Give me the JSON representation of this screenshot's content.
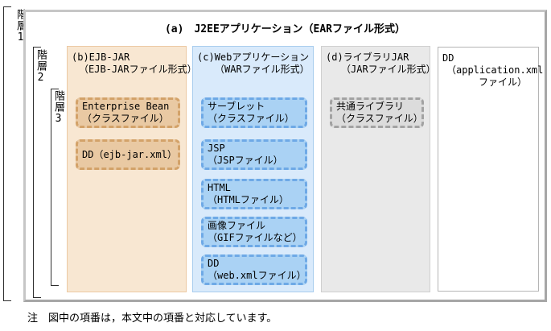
{
  "hierarchy": {
    "levels": [
      {
        "label": "階層1"
      },
      {
        "label": "階層2"
      },
      {
        "label": "階層3"
      }
    ]
  },
  "diagram": {
    "title": "(a)　J2EEアプリケーション（EARファイル形式）",
    "columns": [
      {
        "id": "b",
        "heading_line1": "(b)EJB-JAR",
        "heading_line2": "（EJB-JARファイル形式）",
        "items": [
          {
            "line1": "Enterprise Bean",
            "line2": "（クラスファイル）"
          },
          {
            "line1": "DD（ejb-jar.xml）",
            "line2": ""
          }
        ]
      },
      {
        "id": "c",
        "heading_line1": "(c)Webアプリケーション",
        "heading_line2": "（WARファイル形式）",
        "items": [
          {
            "line1": "サーブレット",
            "line2": "（クラスファイル）"
          },
          {
            "line1": "JSP",
            "line2": "（JSPファイル）"
          },
          {
            "line1": "HTML",
            "line2": "（HTMLファイル）"
          },
          {
            "line1": "画像ファイル",
            "line2": "（GIFファイルなど）"
          },
          {
            "line1": "DD",
            "line2": "（web.xmlファイル）"
          }
        ]
      },
      {
        "id": "d",
        "heading_line1": "(d)ライブラリJAR",
        "heading_line2": "（JARファイル形式）",
        "items": [
          {
            "line1": "共通ライブラリ",
            "line2": "（クラスファイル）"
          }
        ]
      },
      {
        "id": "dd",
        "heading_line1": "DD",
        "heading_line2": "（application.xml",
        "heading_line3": "ファイル）",
        "items": []
      }
    ],
    "colors": {
      "ejb_fill": "#f8e7d2",
      "ejb_border": "#ecc9a3",
      "ejb_item_fill": "#e9c9a3",
      "ejb_item_dash": "#d3a269",
      "web_fill": "#d9eafb",
      "web_border": "#a9cdee",
      "web_item_fill": "#aad2f4",
      "web_item_dash": "#6ea9e6",
      "lib_fill": "#e9e9e9",
      "lib_border": "#cfcfcf",
      "lib_item_fill": "#dcdcdc",
      "lib_item_dash": "#a2a2a2",
      "outer_border": "#b2b2b2"
    }
  },
  "note": "注　図中の項番は，本文中の項番と対応しています。"
}
